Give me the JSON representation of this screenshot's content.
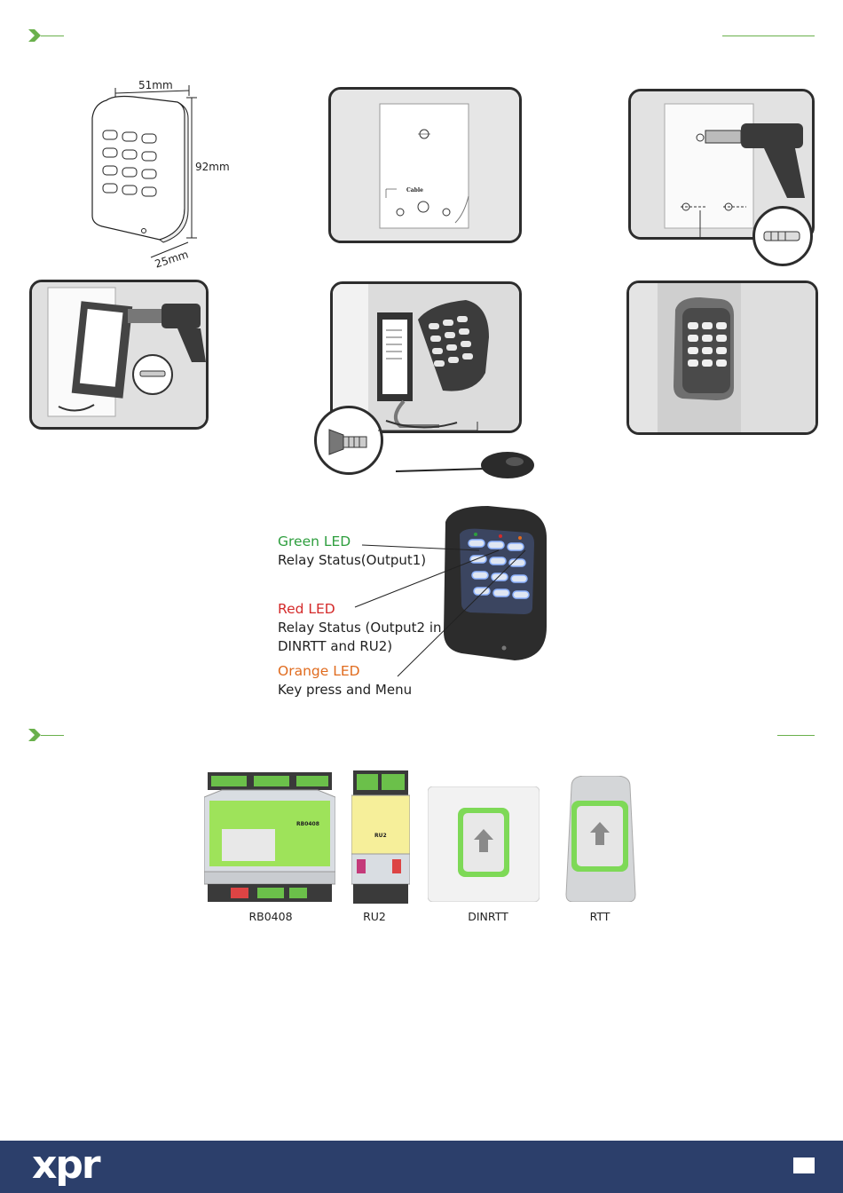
{
  "colors": {
    "accent_green": "#6ab04c",
    "footer_navy": "#2c3f6b",
    "led_green": "#2e9e3e",
    "led_red": "#d42a2a",
    "led_orange": "#e06b1e"
  },
  "dimensions": {
    "width": "51mm",
    "height": "92mm",
    "depth": "25mm"
  },
  "install_figure": {
    "cable_label": "Cable"
  },
  "leds": {
    "green_title": "Green LED",
    "green_desc": "Relay Status(Output1)",
    "red_title": "Red LED",
    "red_desc_line1": "Relay Status (Output2 in",
    "red_desc_line2": "DINRTT and RU2)",
    "orange_title": "Orange LED",
    "orange_desc": "Key press and Menu"
  },
  "products": [
    {
      "label": "RB0408"
    },
    {
      "label": "RU2"
    },
    {
      "label": "DINRTT"
    },
    {
      "label": "RTT"
    }
  ],
  "rb0408_device": {
    "model_text": "RB0408"
  },
  "ru2_device": {
    "model_text": "RU2"
  },
  "footer": {
    "logo_text": "xpr"
  }
}
